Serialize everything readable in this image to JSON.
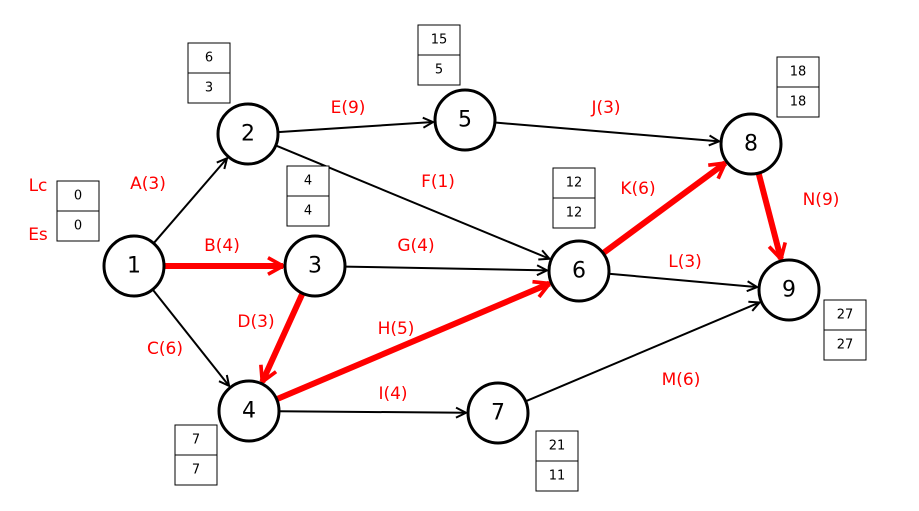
{
  "colors": {
    "critical": "#ff0000",
    "normal": "#000000",
    "label": "#ff0000"
  },
  "legend": {
    "lc": "Lc",
    "es": "Es"
  },
  "nodes": [
    {
      "id": "1",
      "lc": "0",
      "es": "0"
    },
    {
      "id": "2",
      "lc": "6",
      "es": "3"
    },
    {
      "id": "3",
      "lc": "4",
      "es": "4"
    },
    {
      "id": "4",
      "lc": "7",
      "es": "7"
    },
    {
      "id": "5",
      "lc": "15",
      "es": "5"
    },
    {
      "id": "6",
      "lc": "12",
      "es": "12"
    },
    {
      "id": "7",
      "lc": "21",
      "es": "11"
    },
    {
      "id": "8",
      "lc": "18",
      "es": "18"
    },
    {
      "id": "9",
      "lc": "27",
      "es": "27"
    }
  ],
  "edges": [
    {
      "from": "1",
      "to": "2",
      "label": "A(3)",
      "critical": false
    },
    {
      "from": "1",
      "to": "3",
      "label": "B(4)",
      "critical": true
    },
    {
      "from": "1",
      "to": "4",
      "label": "C(6)",
      "critical": false
    },
    {
      "from": "3",
      "to": "4",
      "label": "D(3)",
      "critical": true
    },
    {
      "from": "2",
      "to": "5",
      "label": "E(9)",
      "critical": false
    },
    {
      "from": "2",
      "to": "6",
      "label": "F(1)",
      "critical": false
    },
    {
      "from": "3",
      "to": "6",
      "label": "G(4)",
      "critical": false
    },
    {
      "from": "4",
      "to": "6",
      "label": "H(5)",
      "critical": true
    },
    {
      "from": "4",
      "to": "7",
      "label": "I(4)",
      "critical": false
    },
    {
      "from": "5",
      "to": "8",
      "label": "J(3)",
      "critical": false
    },
    {
      "from": "6",
      "to": "8",
      "label": "K(6)",
      "critical": true
    },
    {
      "from": "6",
      "to": "9",
      "label": "L(3)",
      "critical": false
    },
    {
      "from": "7",
      "to": "9",
      "label": "M(6)",
      "critical": false
    },
    {
      "from": "8",
      "to": "9",
      "label": "N(9)",
      "critical": true
    }
  ]
}
